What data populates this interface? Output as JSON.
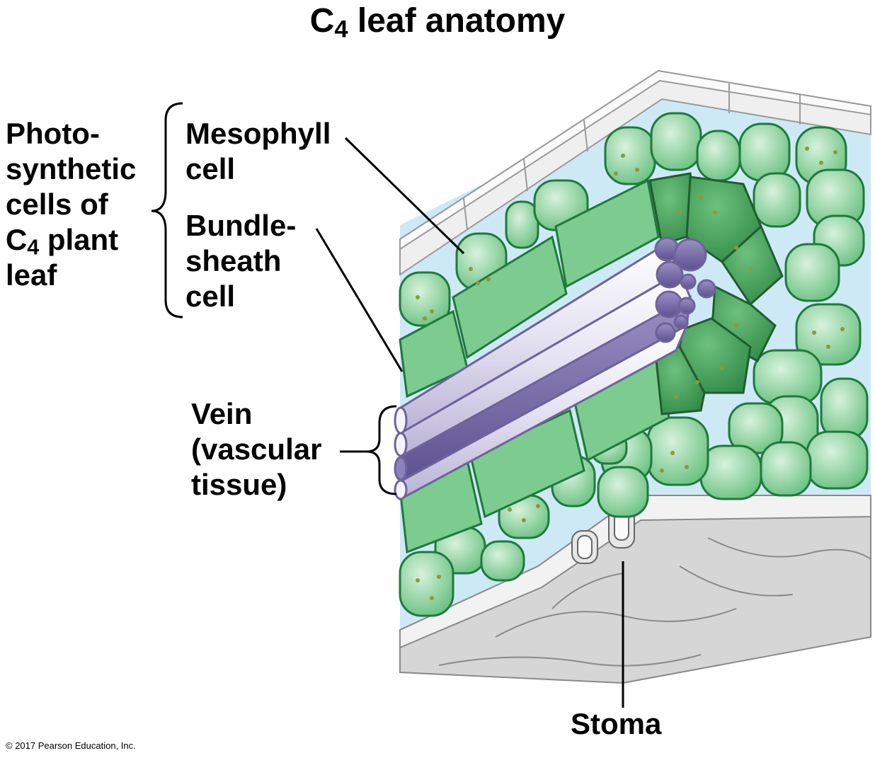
{
  "title": {
    "main": "C",
    "sub": "4",
    "rest": " leaf anatomy"
  },
  "group_label": {
    "line1": "Photo-",
    "line2": "synthetic",
    "line3": "cells of",
    "line4_main": "C",
    "line4_sub": "4",
    "line4_rest": " plant",
    "line5": "leaf"
  },
  "labels": {
    "mesophyll_line1": "Mesophyll",
    "mesophyll_line2": "cell",
    "bundle_line1": "Bundle-",
    "bundle_line2": "sheath",
    "bundle_line3": "cell",
    "vein_line1": "Vein",
    "vein_line2": "(vascular",
    "vein_line3": "tissue)",
    "stoma": "Stoma"
  },
  "credit": "© 2017 Pearson Education, Inc.",
  "colors": {
    "background": "#ffffff",
    "intercellular_space": "#cde9f6",
    "epidermis": "#eeeeee",
    "lower_epidermis": "#cfcfcf",
    "mesophyll": "#8fd4a0",
    "mesophyll_edge": "#1f7a3d",
    "bundle_sheath": "#3f9e52",
    "vein": "#e4e1f1",
    "vein_dark": "#7a6eaa",
    "chloroplast": "#8a9a3a"
  }
}
